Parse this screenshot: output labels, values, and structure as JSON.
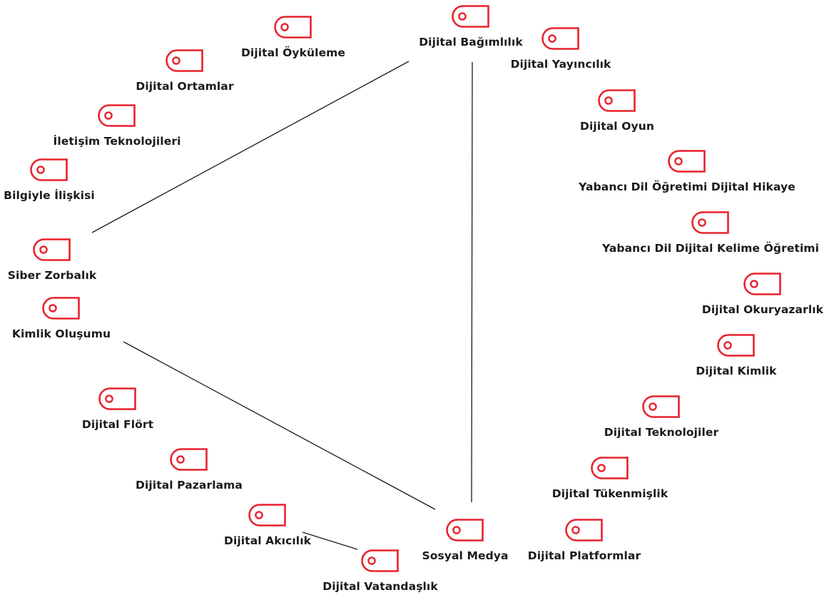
{
  "accent_color": "#e8222e",
  "line_color": "#1a1a1a",
  "nodes": [
    {
      "id": "dijital-oykuleme",
      "label": "Dijital Öyküleme"
    },
    {
      "id": "dijital-bagimlilik",
      "label": "Dijital Bağımlılık"
    },
    {
      "id": "dijital-yayincilik",
      "label": "Dijital Yayıncılık"
    },
    {
      "id": "dijital-ortamlar",
      "label": "Dijital Ortamlar"
    },
    {
      "id": "iletisim-teknolojileri",
      "label": "İletişim Teknolojileri"
    },
    {
      "id": "dijital-oyun",
      "label": "Dijital Oyun"
    },
    {
      "id": "bilgiyle-iliskisi",
      "label": "Bilgiyle İlişkisi"
    },
    {
      "id": "yabanci-dil-dijital-hikaye",
      "label": "Yabancı Dil Öğretimi Dijital Hikaye"
    },
    {
      "id": "yabanci-dil-kelime",
      "label": "Yabancı Dil Dijital Kelime Öğretimi"
    },
    {
      "id": "siber-zorbalik",
      "label": "Siber Zorbalık"
    },
    {
      "id": "kimlik-olusumu",
      "label": "Kimlik Oluşumu"
    },
    {
      "id": "dijital-okuryazarlik",
      "label": "Dijital Okuryazarlık"
    },
    {
      "id": "dijital-kimlik",
      "label": "Dijital Kimlik"
    },
    {
      "id": "dijital-flort",
      "label": "Dijital Flört"
    },
    {
      "id": "dijital-teknolojiler",
      "label": "Dijital Teknolojiler"
    },
    {
      "id": "dijital-pazarlama",
      "label": "Dijital Pazarlama"
    },
    {
      "id": "dijital-tukenmislik",
      "label": "Dijital Tükenmişlik"
    },
    {
      "id": "dijital-akicilik",
      "label": "Dijital Akıcılık"
    },
    {
      "id": "sosyal-medya",
      "label": "Sosyal Medya"
    },
    {
      "id": "dijital-platformlar",
      "label": "Dijital Platformlar"
    },
    {
      "id": "dijital-vatandaslik",
      "label": "Dijital Vatandaşlık"
    }
  ],
  "edges": [
    {
      "from": "dijital-bagimlilik",
      "to": "siber-zorbalik"
    },
    {
      "from": "dijital-bagimlilik",
      "to": "sosyal-medya"
    },
    {
      "from": "kimlik-olusumu",
      "to": "sosyal-medya"
    },
    {
      "from": "dijital-akicilik",
      "to": "dijital-vatandaslik"
    }
  ]
}
